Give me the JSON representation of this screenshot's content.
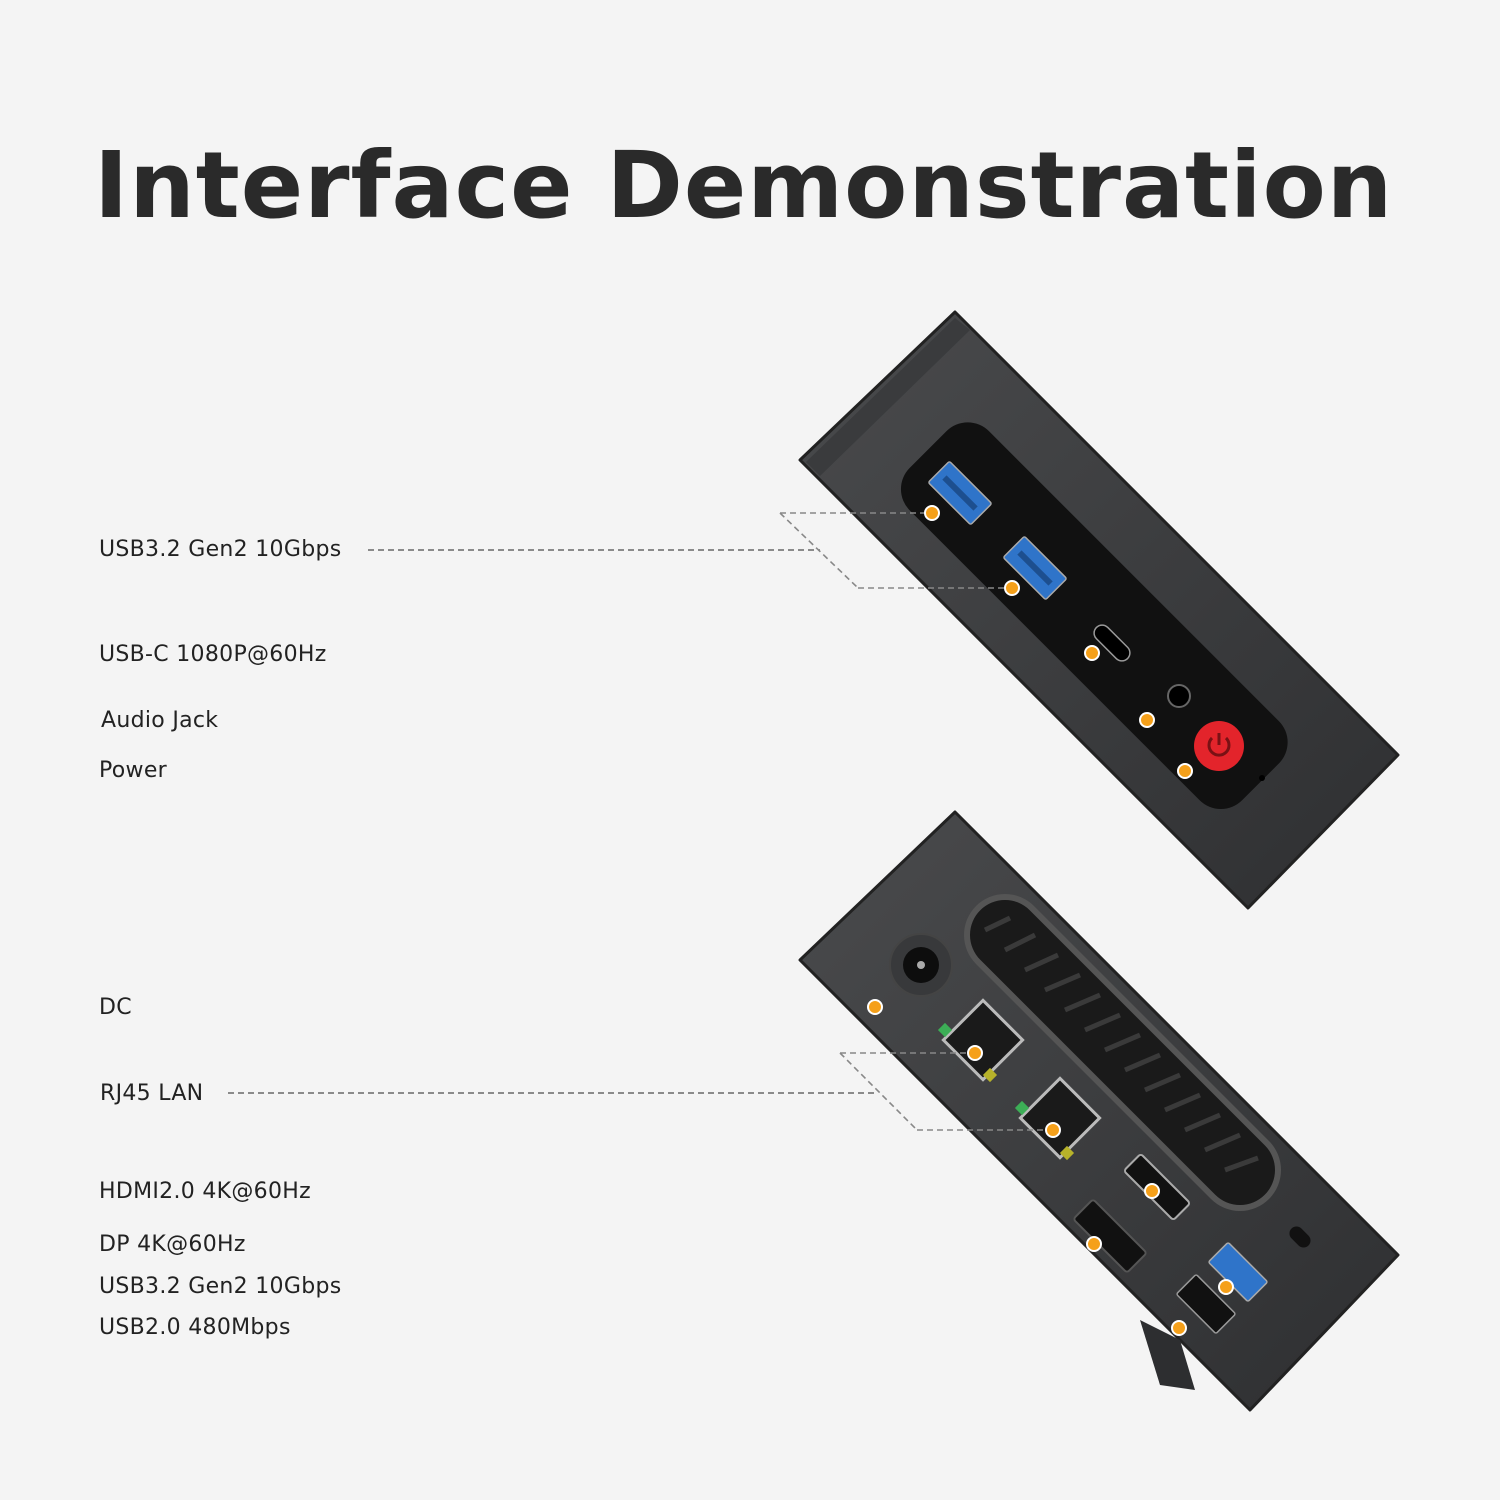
{
  "title": "Interface Demonstration",
  "accent_color": "#f5a01a",
  "front_panel": {
    "labels": [
      {
        "id": "usb32-front",
        "text": "USB3.2 Gen2 10Gbps"
      },
      {
        "id": "usbc",
        "text": "USB-C 1080P@60Hz"
      },
      {
        "id": "audio",
        "text": "Audio Jack"
      },
      {
        "id": "power",
        "text": "Power"
      }
    ]
  },
  "rear_panel": {
    "labels": [
      {
        "id": "dc",
        "text": "DC"
      },
      {
        "id": "rj45",
        "text": "RJ45 LAN"
      },
      {
        "id": "hdmi",
        "text": "HDMI2.0 4K@60Hz"
      },
      {
        "id": "dp",
        "text": "DP 4K@60Hz"
      },
      {
        "id": "usb32-rear",
        "text": "USB3.2 Gen2 10Gbps"
      },
      {
        "id": "usb20",
        "text": "USB2.0 480Mbps"
      }
    ]
  }
}
